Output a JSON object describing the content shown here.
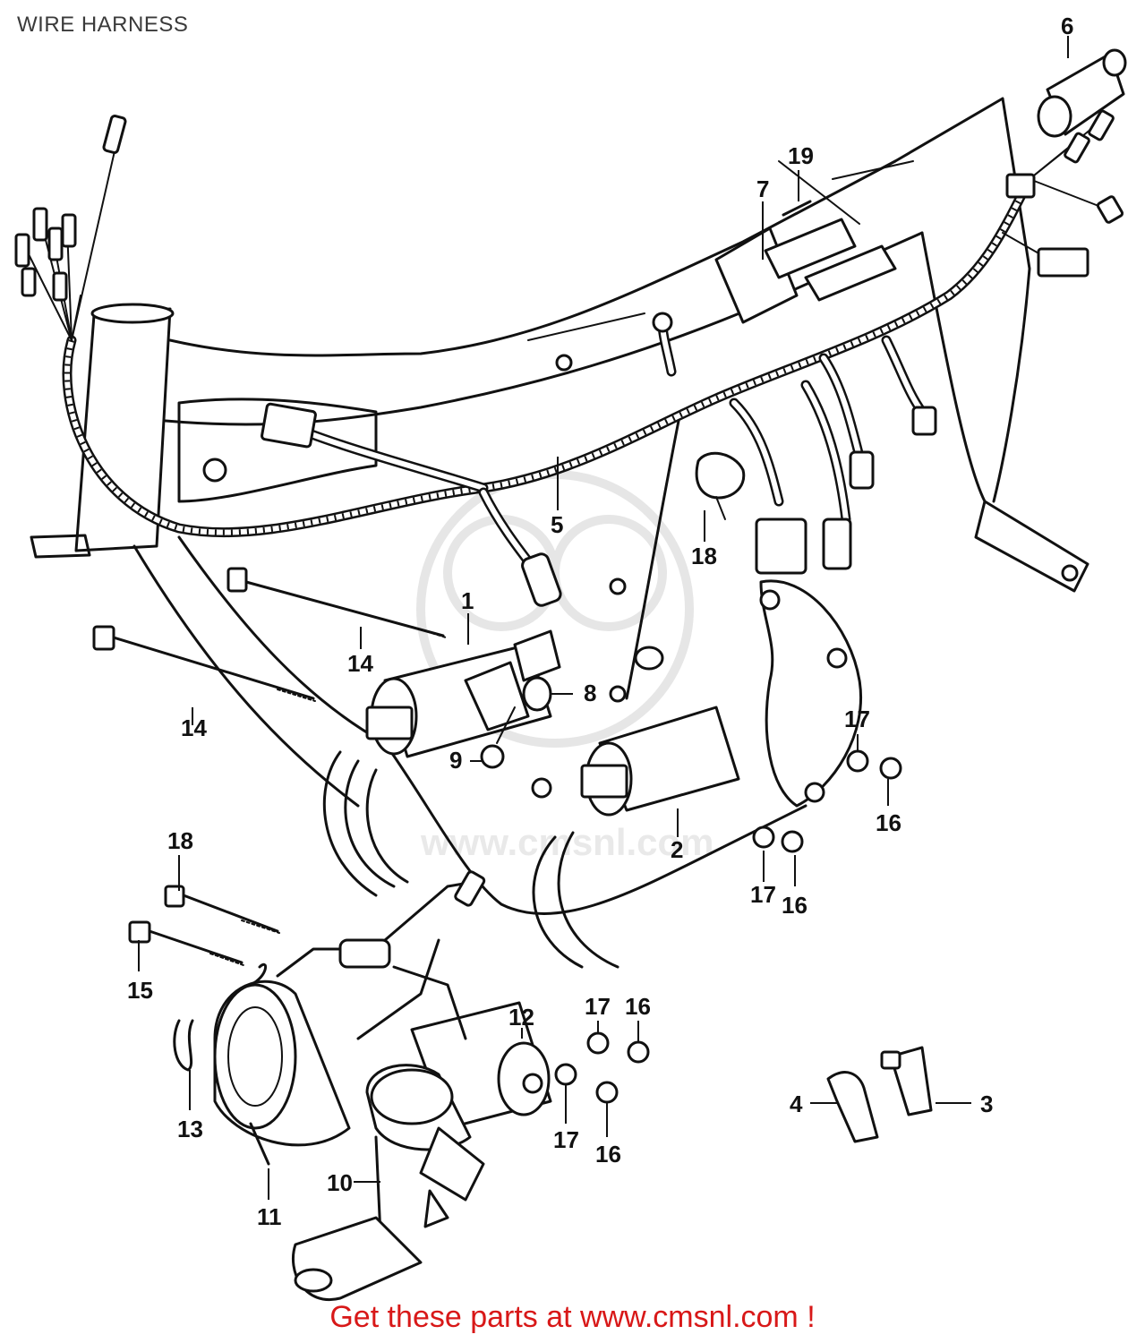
{
  "header": {
    "title": "WIRE HARNESS"
  },
  "footer": {
    "cta": "Get these parts at www.cmsnl.com !"
  },
  "watermark": {
    "text": "www.cmsnl.com"
  },
  "colors": {
    "ink": "#111111",
    "cta": "#d81818",
    "title": "#3a3a3a",
    "watermark": "#e6e6e6"
  },
  "callouts": [
    {
      "id": "c1",
      "label": "1"
    },
    {
      "id": "c2",
      "label": "2"
    },
    {
      "id": "c3",
      "label": "3"
    },
    {
      "id": "c4",
      "label": "4"
    },
    {
      "id": "c5",
      "label": "5"
    },
    {
      "id": "c6",
      "label": "6"
    },
    {
      "id": "c7",
      "label": "7"
    },
    {
      "id": "c8",
      "label": "8"
    },
    {
      "id": "c9",
      "label": "9"
    },
    {
      "id": "c10",
      "label": "10"
    },
    {
      "id": "c11",
      "label": "11"
    },
    {
      "id": "c12",
      "label": "12"
    },
    {
      "id": "c13",
      "label": "13"
    },
    {
      "id": "c14a",
      "label": "14"
    },
    {
      "id": "c14b",
      "label": "14"
    },
    {
      "id": "c15",
      "label": "15"
    },
    {
      "id": "c16a",
      "label": "16"
    },
    {
      "id": "c16b",
      "label": "16"
    },
    {
      "id": "c16c",
      "label": "16"
    },
    {
      "id": "c16d",
      "label": "16"
    },
    {
      "id": "c17a",
      "label": "17"
    },
    {
      "id": "c17b",
      "label": "17"
    },
    {
      "id": "c17c",
      "label": "17"
    },
    {
      "id": "c17d",
      "label": "17"
    },
    {
      "id": "c18a",
      "label": "18"
    },
    {
      "id": "c18b",
      "label": "18"
    },
    {
      "id": "c19",
      "label": "19"
    }
  ]
}
